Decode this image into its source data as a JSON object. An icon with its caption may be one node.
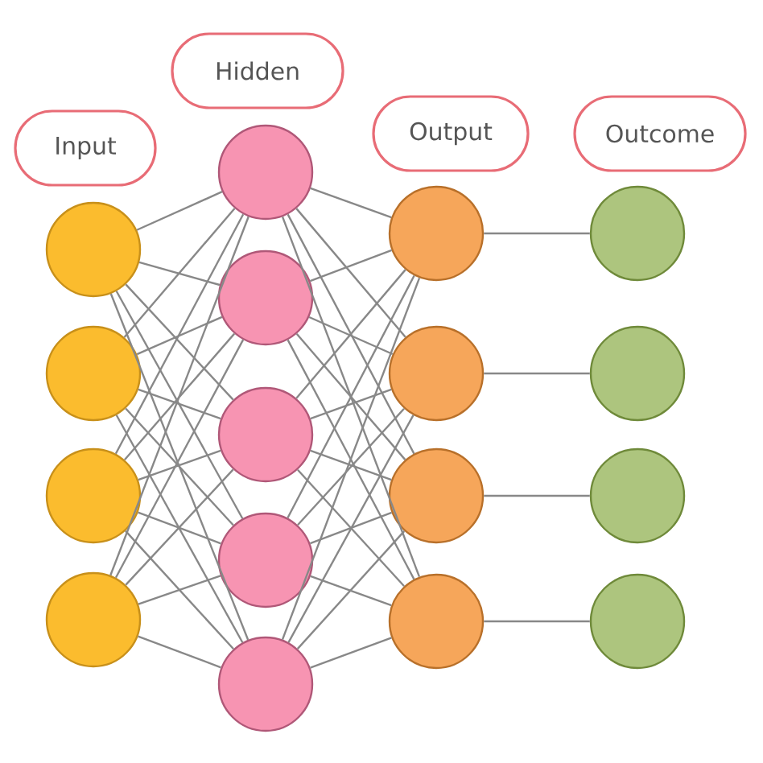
{
  "diagram": {
    "nodes": [
      {
        "text": [
          "Input"
        ]
      },
      {
        "text": [
          "Hidden"
        ]
      },
      {
        "text": [
          "Output"
        ]
      },
      {
        "text": [
          "Outcome"
        ]
      },
      {
        "text": [],
        "shape": "circle"
      },
      {
        "text": [],
        "shape": "circle"
      },
      {
        "text": [],
        "shape": "circle"
      },
      {
        "text": [],
        "shape": "circle"
      },
      {
        "text": [],
        "shape": "circle"
      },
      {
        "text": [],
        "shape": "circle"
      },
      {
        "text": [],
        "shape": "circle"
      },
      {
        "text": [],
        "shape": "circle"
      },
      {
        "text": [],
        "shape": "circle"
      },
      {
        "text": [],
        "shape": "circle"
      },
      {
        "text": [],
        "shape": "circle"
      },
      {
        "text": [],
        "shape": "circle"
      },
      {
        "text": [],
        "shape": "circle"
      },
      {
        "text": [],
        "shape": "circle"
      },
      {
        "text": [],
        "shape": "circle"
      },
      {
        "text": [],
        "shape": "circle"
      },
      {
        "text": [],
        "shape": "circle"
      }
    ],
    "edges": [
      {
        "from": 4,
        "to": 8,
        "arrow": "none"
      },
      {
        "from": 4,
        "to": 9,
        "arrow": "none"
      },
      {
        "from": 4,
        "to": 10,
        "arrow": "none"
      },
      {
        "from": 4,
        "to": 11,
        "arrow": "none"
      },
      {
        "from": 4,
        "to": 12,
        "arrow": "none"
      },
      {
        "from": 5,
        "to": 8,
        "arrow": "none"
      },
      {
        "from": 5,
        "to": 9,
        "arrow": "none"
      },
      {
        "from": 5,
        "to": 10,
        "arrow": "none"
      },
      {
        "from": 5,
        "to": 11,
        "arrow": "none"
      },
      {
        "from": 5,
        "to": 12,
        "arrow": "none"
      },
      {
        "from": 6,
        "to": 8,
        "arrow": "none"
      },
      {
        "from": 6,
        "to": 9,
        "arrow": "none"
      },
      {
        "from": 6,
        "to": 10,
        "arrow": "none"
      },
      {
        "from": 6,
        "to": 11,
        "arrow": "none"
      },
      {
        "from": 6,
        "to": 12,
        "arrow": "none"
      },
      {
        "from": 7,
        "to": 8,
        "arrow": "none"
      },
      {
        "from": 7,
        "to": 9,
        "arrow": "none"
      },
      {
        "from": 7,
        "to": 10,
        "arrow": "none"
      },
      {
        "from": 7,
        "to": 11,
        "arrow": "none"
      },
      {
        "from": 7,
        "to": 12,
        "arrow": "none"
      },
      {
        "from": 8,
        "to": 13,
        "arrow": "none"
      },
      {
        "from": 8,
        "to": 14,
        "arrow": "none"
      },
      {
        "from": 8,
        "to": 15,
        "arrow": "none"
      },
      {
        "from": 8,
        "to": 16,
        "arrow": "none"
      },
      {
        "from": 9,
        "to": 13,
        "arrow": "none"
      },
      {
        "from": 9,
        "to": 14,
        "arrow": "none"
      },
      {
        "from": 9,
        "to": 15,
        "arrow": "none"
      },
      {
        "from": 9,
        "to": 16,
        "arrow": "none"
      },
      {
        "from": 10,
        "to": 13,
        "arrow": "none"
      },
      {
        "from": 10,
        "to": 14,
        "arrow": "none"
      },
      {
        "from": 10,
        "to": 15,
        "arrow": "none"
      },
      {
        "from": 10,
        "to": 16,
        "arrow": "none"
      },
      {
        "from": 11,
        "to": 13,
        "arrow": "none"
      },
      {
        "from": 11,
        "to": 14,
        "arrow": "none"
      },
      {
        "from": 11,
        "to": 15,
        "arrow": "none"
      },
      {
        "from": 11,
        "to": 16,
        "arrow": "none"
      },
      {
        "from": 12,
        "to": 13,
        "arrow": "none"
      },
      {
        "from": 12,
        "to": 14,
        "arrow": "none"
      },
      {
        "from": 12,
        "to": 15,
        "arrow": "none"
      },
      {
        "from": 12,
        "to": 16,
        "arrow": "none"
      },
      {
        "from": 13,
        "to": 17,
        "arrow": "none"
      },
      {
        "from": 14,
        "to": 18,
        "arrow": "none"
      },
      {
        "from": 15,
        "to": 19,
        "arrow": "none"
      },
      {
        "from": 16,
        "to": 20,
        "arrow": "none"
      }
    ]
  }
}
